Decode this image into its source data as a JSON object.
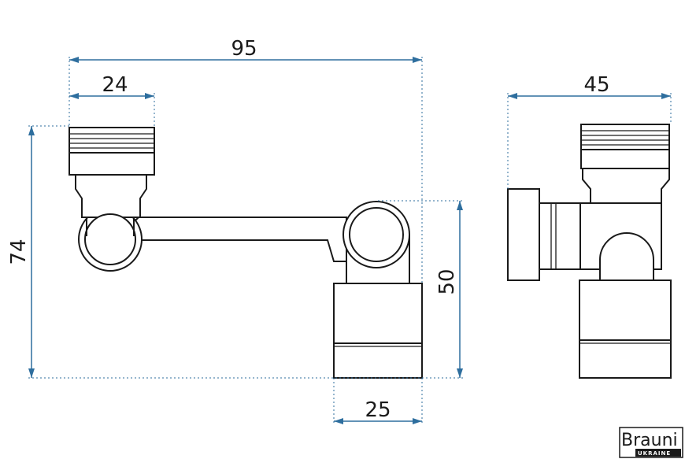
{
  "dimensions": {
    "overall_length": "95",
    "inlet_width": "24",
    "overall_height": "74",
    "outlet_height": "50",
    "outlet_width": "25",
    "side_width": "45"
  },
  "brand": {
    "name": "Brauni",
    "country": "UKRAINE"
  },
  "colors": {
    "dimension_lines": "#2e6e9e",
    "outline": "#1a1a1a",
    "background": "#ffffff"
  }
}
